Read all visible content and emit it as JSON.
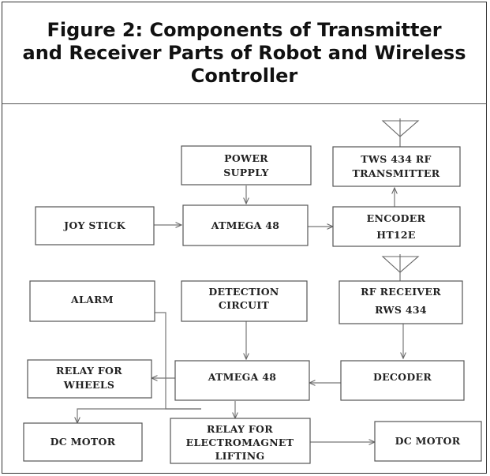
{
  "figure": {
    "title_lines": [
      "Figure 2: Components of Transmitter",
      "and Receiver Parts of Robot and Wireless",
      "Controller"
    ]
  },
  "blocks": {
    "power_supply": [
      "POWER",
      "SUPPLY"
    ],
    "tws_transmitter": [
      "TWS 434 RF",
      "TRANSMITTER"
    ],
    "joystick": [
      "JOY STICK"
    ],
    "atmega_tx": [
      "ATMEGA 48"
    ],
    "encoder": [
      "ENCODER",
      "HT12E"
    ],
    "alarm": [
      "ALARM"
    ],
    "detection_circuit": [
      "DETECTION",
      "CIRCUIT"
    ],
    "rf_receiver": [
      "RF RECEIVER",
      "RWS 434"
    ],
    "relay_wheels": [
      "RELAY FOR",
      "WHEELS"
    ],
    "atmega_rx": [
      "ATMEGA 48"
    ],
    "decoder": [
      "DECODER"
    ],
    "dc_motor_left": [
      "DC MOTOR"
    ],
    "relay_electromagnet": [
      "RELAY FOR",
      "ELECTROMAGNET",
      "LIFTING"
    ],
    "dc_motor_right": [
      "DC MOTOR"
    ]
  }
}
